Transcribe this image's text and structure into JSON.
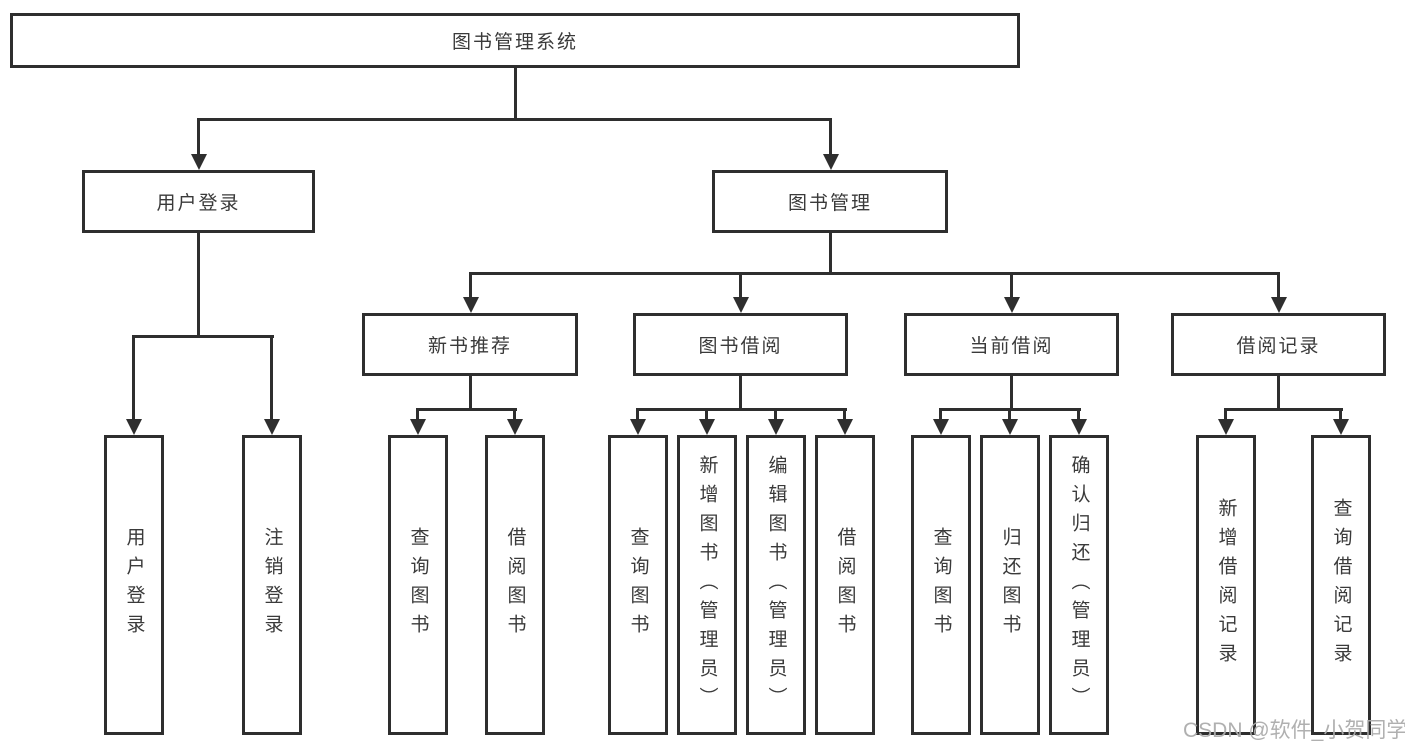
{
  "diagram_title": "图书管理系统",
  "tree": {
    "root": {
      "label": "图书管理系统"
    },
    "children": [
      {
        "label": "用户登录",
        "children": [
          {
            "label": "用户登录"
          },
          {
            "label": "注销登录"
          }
        ]
      },
      {
        "label": "图书管理",
        "children": [
          {
            "label": "新书推荐",
            "children": [
              {
                "label": "查询图书"
              },
              {
                "label": "借阅图书"
              }
            ]
          },
          {
            "label": "图书借阅",
            "children": [
              {
                "label": "查询图书"
              },
              {
                "label": "新增图书（管理员）"
              },
              {
                "label": "编辑图书（管理员）"
              },
              {
                "label": "借阅图书"
              }
            ]
          },
          {
            "label": "当前借阅",
            "children": [
              {
                "label": "查询图书"
              },
              {
                "label": "归还图书"
              },
              {
                "label": "确认归还（管理员）"
              }
            ]
          },
          {
            "label": "借阅记录",
            "children": [
              {
                "label": "新增借阅记录"
              },
              {
                "label": "查询借阅记录"
              }
            ]
          }
        ]
      }
    ]
  },
  "watermark": {
    "text": "CSDN @软件_小贺同学"
  },
  "colors": {
    "line": "#2e2e2e",
    "box_border": "#2e2e2e",
    "text": "#3a3a3a",
    "background": "#ffffff",
    "watermark": "#acacac"
  }
}
